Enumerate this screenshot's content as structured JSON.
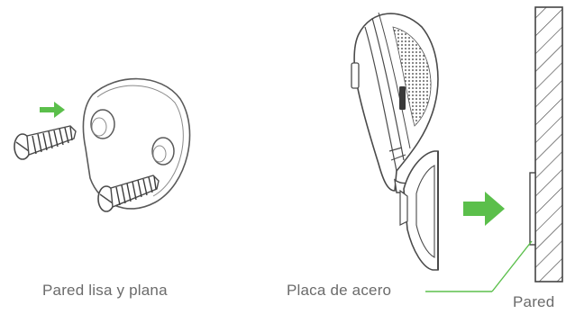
{
  "labels": {
    "smooth_wall": "Pared lisa y plana",
    "steel_plate": "Placa de acero",
    "wall": "Pared"
  },
  "colors": {
    "arrow": "#5bbf4b",
    "line": "#5a5a5a",
    "hatch": "#444444",
    "leader": "#5bbf4b"
  },
  "icons": {
    "screw_left": "screw-icon",
    "screw_right": "screw-icon",
    "plate": "mounting-plate-icon",
    "camera": "camera-icon",
    "arrow": "arrow-right-icon",
    "wall": "hatched-wall-icon"
  }
}
